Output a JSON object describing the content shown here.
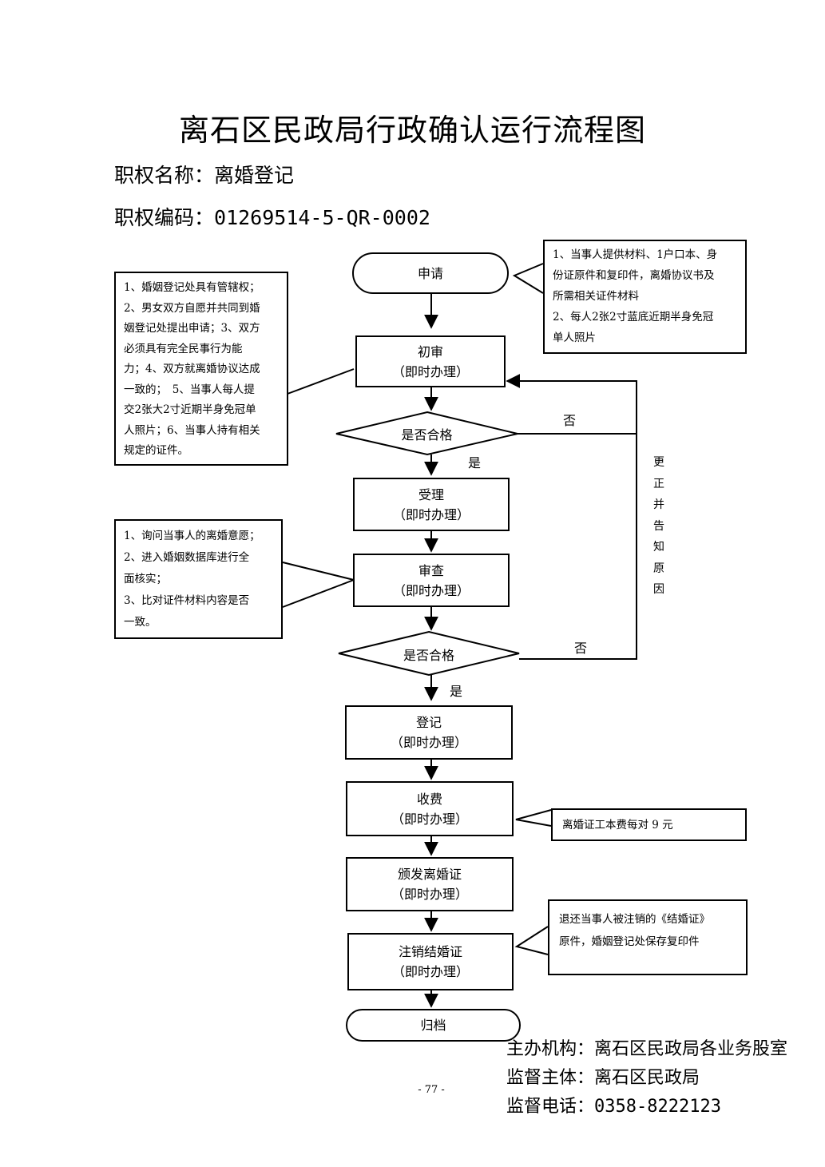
{
  "title": "离石区民政局行政确认运行流程图",
  "power_name": {
    "label": "职权名称：",
    "value": "离婚登记"
  },
  "power_code": {
    "label": "职权编码：",
    "value": "01269514-5-QR-0002"
  },
  "nodes": {
    "apply": "申请",
    "prelim": {
      "name": "初审",
      "mode": "（即时办理）"
    },
    "check1": "是否合格",
    "accept": {
      "name": "受理",
      "mode": "（即时办理）"
    },
    "review": {
      "name": "审查",
      "mode": "（即时办理）"
    },
    "check2": "是否合格",
    "register": {
      "name": "登记",
      "mode": "（即时办理）"
    },
    "fee": {
      "name": "收费",
      "mode": "（即时办理）"
    },
    "issue": {
      "name": "颁发离婚证",
      "mode": "（即时办理）"
    },
    "cancel": {
      "name": "注销结婚证",
      "mode": "（即时办理）"
    },
    "archive": "归档"
  },
  "edge_labels": {
    "no1": "否",
    "yes1": "是",
    "no2": "否",
    "yes2": "是",
    "return": [
      "更",
      "正",
      "并",
      "告",
      "知",
      "原",
      "因"
    ]
  },
  "notes": {
    "materials": [
      "1、当事人提供材料、1户口本、身",
      "份证原件和复印件，离婚协议书及",
      "所需相关证件材料",
      "2、每人2张2寸蓝底近期半身免冠",
      "单人照片"
    ],
    "conditions": [
      "1、婚姻登记处具有管辖权；",
      "2、男女双方自愿并共同到婚",
      "姻登记处提出申请；3、双方",
      "必须具有完全民事行为能",
      "力；4、双方就离婚协议达成",
      "一致的；　5、当事人每人提",
      "交2张大2寸近期半身免冠单",
      "人照片；6、当事人持有相关",
      "规定的证件。"
    ],
    "review_items": [
      "1、询问当事人的离婚意愿；",
      "2、进入婚姻数据库进行全",
      "面核实；",
      "3、比对证件材料内容是否",
      "一致。"
    ],
    "fee": [
      "离婚证工本费每对 9 元"
    ],
    "cancel": [
      "退还当事人被注销的《结婚证》",
      "原件，婚姻登记处保存复印件"
    ]
  },
  "footer": {
    "host": {
      "label": "主办机构：",
      "value": "离石区民政局各业务股室"
    },
    "supervisor": {
      "label": "监督主体：",
      "value": "离石区民政局"
    },
    "phone": {
      "label": "监督电话：",
      "value": "0358-8222123"
    }
  },
  "page_number": "- 77 -"
}
